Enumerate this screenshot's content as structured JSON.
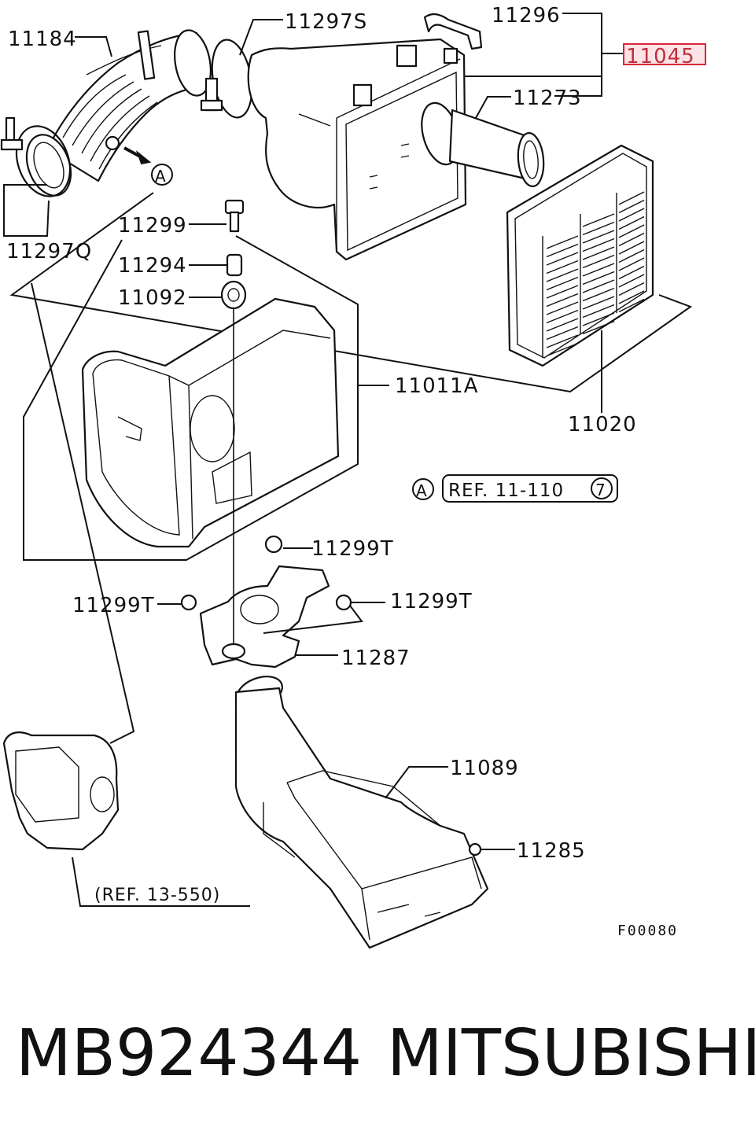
{
  "diagram": {
    "figure_code": "F00080",
    "labels": {
      "p11184": "11184",
      "p11297S": "11297S",
      "p11296": "11296",
      "p11045": "11045",
      "p11273": "11273",
      "p11297Q": "11297Q",
      "p11299": "11299",
      "p11294": "11294",
      "p11092": "11092",
      "p11011A": "11011A",
      "p11020": "11020",
      "p11299T_top": "11299T",
      "p11299T_left": "11299T",
      "p11299T_right": "11299T",
      "p11287": "11287",
      "p11089": "11089",
      "p11285": "11285"
    },
    "refs": {
      "marker_a": "A",
      "marker_a2": "A",
      "ref_11_110": "REF. 11-110",
      "ref_11_110_circle": "7",
      "ref_13_550": "(REF. 13-550)"
    },
    "highlight_color": "#d9263a"
  },
  "footer": {
    "part_number": "MB924344",
    "brand": "MITSUBISHI"
  }
}
